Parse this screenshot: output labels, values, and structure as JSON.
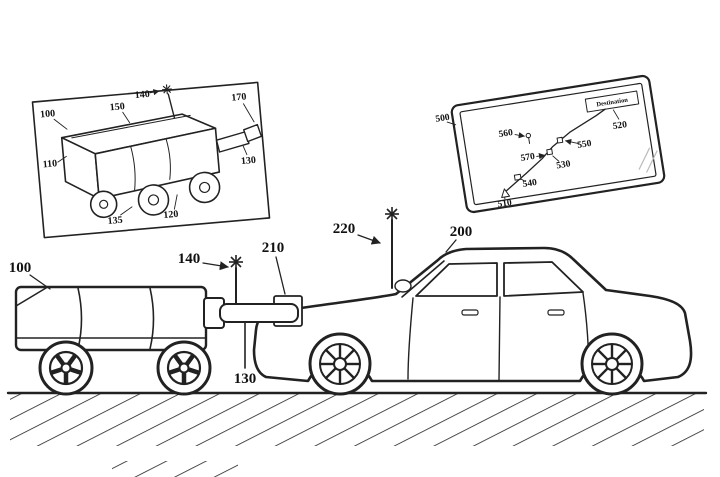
{
  "figure_main": {
    "cart": "100",
    "cart_antenna": "140",
    "arm": "130",
    "coupler": "210",
    "car_antenna": "220",
    "car": "200"
  },
  "inset_cart": {
    "cart": "100",
    "front_panel": "110",
    "underside": "120",
    "arm": "130",
    "wheel": "135",
    "antenna": "140",
    "lid": "150",
    "nozzle": "170"
  },
  "inset_tablet": {
    "device": "500",
    "origin_marker": "510",
    "destination_label": "520",
    "waypoint_a": "530",
    "vehicle_marker": "540",
    "waypoint_b": "550",
    "poi_marker": "560",
    "route": "570",
    "destination_text": "Destination"
  }
}
